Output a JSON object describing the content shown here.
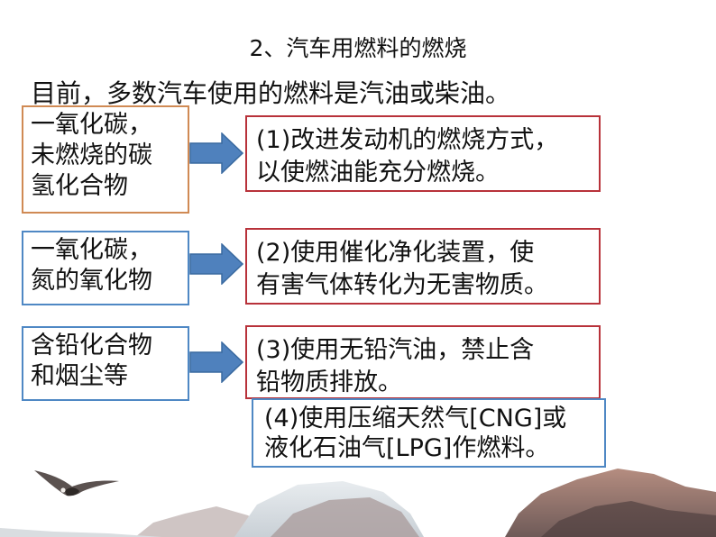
{
  "title": "2、汽车用燃料的燃烧",
  "intro": "目前，多数汽车使用的燃料是汽油或柴油。",
  "rows": [
    {
      "pollutant": [
        "一氧化碳，",
        "未燃烧的碳",
        "氢化合物"
      ],
      "measure": [
        "(1)改进发动机的燃烧方式，",
        "以使燃油能充分燃烧。"
      ]
    },
    {
      "pollutant": [
        "一氧化碳，",
        "氮的氧化物"
      ],
      "measure": [
        "(2)使用催化净化装置，使",
        "有害气体转化为无害物质。"
      ]
    },
    {
      "pollutant": [
        "含铅化合物",
        "和烟尘等"
      ],
      "measure": [
        "(3)使用无铅汽油，禁止含",
        "铅物质排放。"
      ]
    }
  ],
  "extra_measure": [
    "(4)使用压缩天然气[CNG]或",
    "液化石油气[LPG]作燃料。"
  ],
  "colors": {
    "arrow_fill": "#4f81bd",
    "arrow_stroke": "#3a6aa0",
    "border_orange": "#d08a54",
    "border_blue": "#4f88c4",
    "border_red": "#b8323a"
  },
  "icons": [
    "right-arrow-icon",
    "eagle-icon",
    "mountain-scenery"
  ]
}
